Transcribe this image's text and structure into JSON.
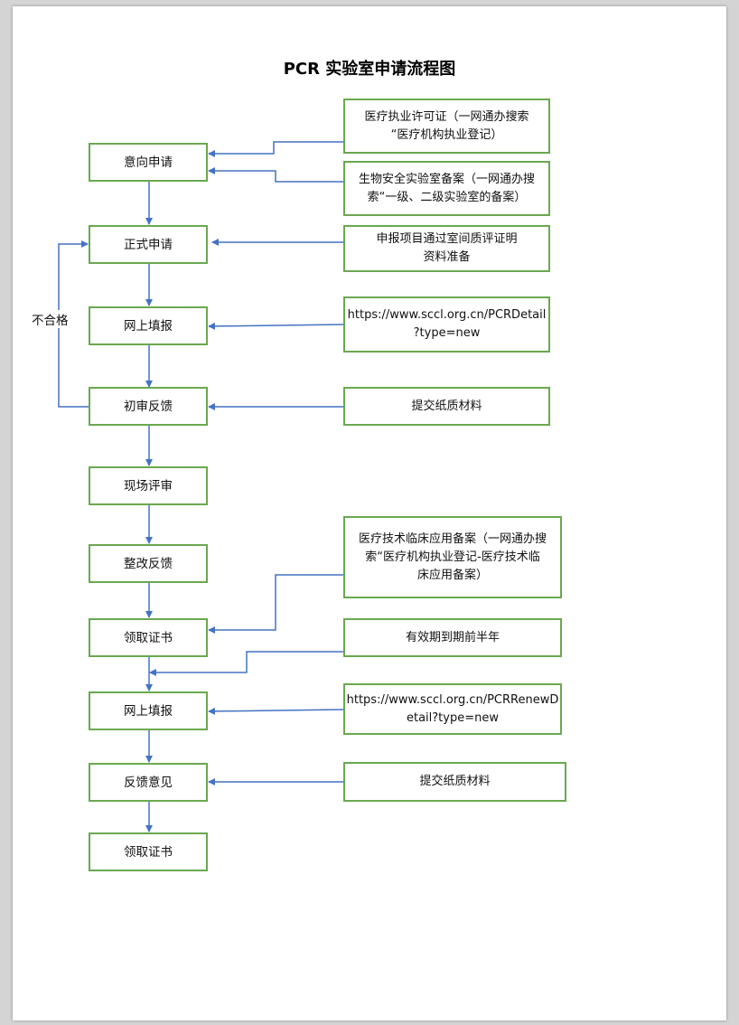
{
  "title": "PCR 实验室申请流程图",
  "steps": [
    "意向申请",
    "正式申请",
    "网上填报",
    "初审反馈",
    "现场评审",
    "整改反馈",
    "领取证书",
    "网上填报",
    "反馈意见",
    "领取证书"
  ],
  "notes": [
    "医疗执业许可证（一网通办搜索\n“医疗机构执业登记）",
    "生物安全实验室备案（一网通办搜\n索“一级、二级实验室的备案）",
    "申报项目通过室间质评证明\n资料准备",
    "https://www.sccl.org.cn/PCRDetail\n?type=new",
    "提交纸质材料",
    "医疗技术临床应用备案（一网通办搜\n索“医疗机构执业登记-医疗技术临\n床应用备案）",
    "有效期到期前半年",
    "https://www.sccl.org.cn/PCRRenewD\netail?type=new",
    "提交纸质材料"
  ],
  "loop_label": "不合格",
  "colors": {
    "box_border": "#6aa84f",
    "arrow": "#4472c4",
    "page_bg": "#ffffff",
    "backdrop": "#d4d4d4"
  }
}
